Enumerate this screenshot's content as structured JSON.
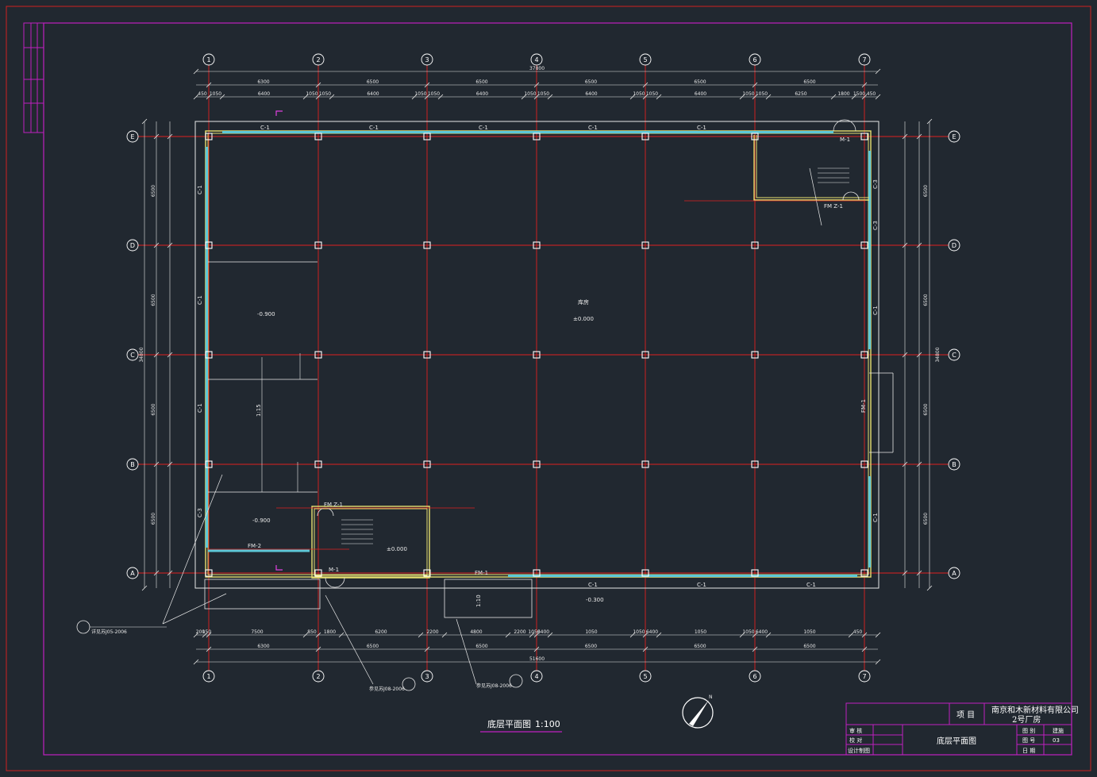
{
  "axes": {
    "numbered": [
      "1",
      "2",
      "3",
      "4",
      "5",
      "6",
      "7"
    ],
    "lettered": [
      "E",
      "D",
      "C",
      "B",
      "A"
    ]
  },
  "dims": {
    "total_top": "37800",
    "bays_top": [
      "6300",
      "6500",
      "6500",
      "6500",
      "6500",
      "6500"
    ],
    "segs_top": [
      "450",
      "1050",
      "6400",
      "1050",
      "1050",
      "6400",
      "1050",
      "1050",
      "6400",
      "1050",
      "1050",
      "6400",
      "1050",
      "1050",
      "6400",
      "1050",
      "1050",
      "6250",
      "1800",
      "1500",
      "450"
    ],
    "total_bottom": "51600",
    "bays_bottom": [
      "6300",
      "6500",
      "6500",
      "6500",
      "6500",
      "6500"
    ],
    "segs_bottom": [
      "200",
      "150",
      "7500",
      "850",
      "1800",
      "6200",
      "2200",
      "4800",
      "2200",
      "1050",
      "6400",
      "1050",
      "1050",
      "6400",
      "1050",
      "1050",
      "6400",
      "1050",
      "450"
    ],
    "left_total": "34800",
    "left_bays": [
      "6500",
      "6500",
      "6500",
      "6500",
      "6500"
    ],
    "right_total": "34800",
    "right_bays": [
      "6500",
      "6500",
      "6500",
      "6500",
      "6500"
    ]
  },
  "windows": {
    "c1": "C-1",
    "c3": "C-3",
    "fm1": "FM-1",
    "fm2": "FM-2",
    "m1": "M-1",
    "fmz1": "FM Z-1"
  },
  "levels": {
    "main": "±0.000",
    "left": "-0.900",
    "left2": "-0.900",
    "small": "±0.000",
    "outside": "-0.300",
    "ramp": "1:10",
    "ramp2": "1:15",
    "room": "库房"
  },
  "notes": {
    "n1": "详见苏J05-2006",
    "n2": "参见苏J08-2006",
    "n3": "参见苏J08-2006"
  },
  "title": {
    "drawing_name": "底层平面图",
    "scale": "1:100"
  },
  "titleblock": {
    "project_label": "项 目",
    "company": "南京和木新材料有限公司",
    "building": "2号厂房",
    "row_labels": [
      "审 核",
      "校 对",
      "设计制图"
    ],
    "sheet_title": "底层平面图",
    "field_labels": [
      "图 别",
      "图 号",
      "日 期"
    ],
    "field_values": [
      "建施",
      "03",
      ""
    ]
  },
  "colors": {
    "background": "#212830",
    "grid": "#e02020",
    "wall": "#e8e070",
    "window": "#5cc8d8",
    "frame": "#c020c0",
    "outer": "#d02020"
  }
}
